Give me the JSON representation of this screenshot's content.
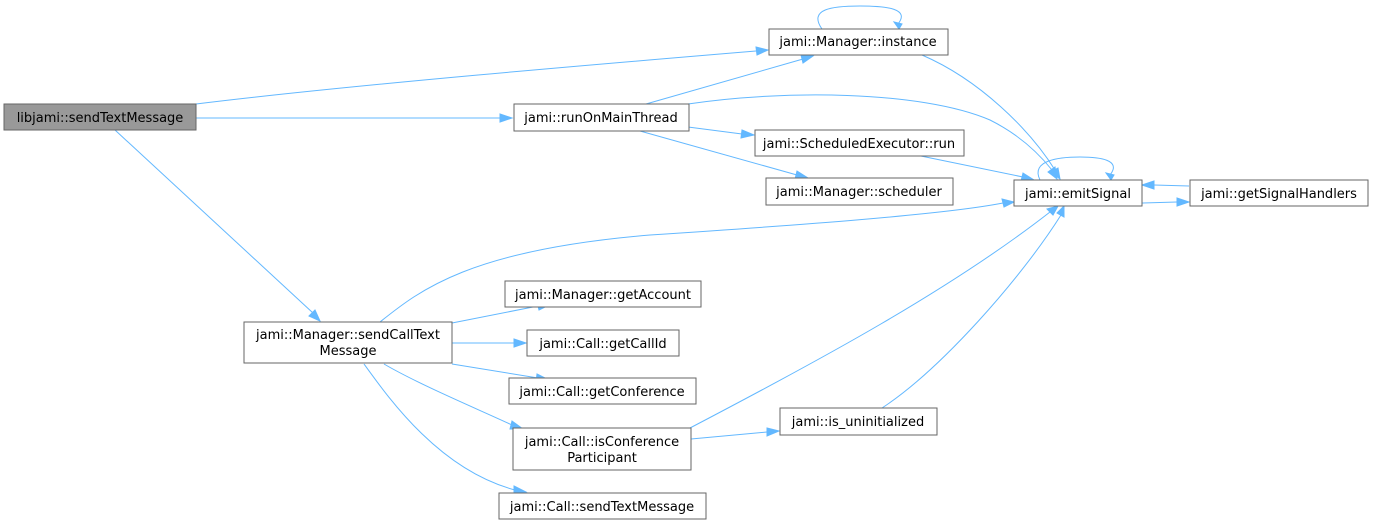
{
  "nodes": {
    "root": "libjami::sendTextMessage",
    "instance": "jami::Manager::instance",
    "runOnMainThread": "jami::runOnMainThread",
    "run": "jami::ScheduledExecutor::run",
    "scheduler": "jami::Manager::scheduler",
    "emitSignal": "jami::emitSignal",
    "getSignalHandlers": "jami::getSignalHandlers",
    "getAccount": "jami::Manager::getAccount",
    "sendCallText_1": "jami::Manager::sendCallText",
    "sendCallText_2": "Message",
    "getCallId": "jami::Call::getCallId",
    "getConference": "jami::Call::getConference",
    "isConf_1": "jami::Call::isConference",
    "isConf_2": "Participant",
    "is_uninitialized": "jami::is_uninitialized",
    "sendTextMessage": "jami::Call::sendTextMessage"
  },
  "edges": [
    [
      "root",
      "instance"
    ],
    [
      "root",
      "runOnMainThread"
    ],
    [
      "root",
      "sendCallTextMessage"
    ],
    [
      "instance",
      "instance"
    ],
    [
      "instance",
      "emitSignal"
    ],
    [
      "runOnMainThread",
      "instance"
    ],
    [
      "runOnMainThread",
      "emitSignal"
    ],
    [
      "runOnMainThread",
      "run"
    ],
    [
      "runOnMainThread",
      "scheduler"
    ],
    [
      "run",
      "emitSignal"
    ],
    [
      "emitSignal",
      "emitSignal"
    ],
    [
      "emitSignal",
      "getSignalHandlers"
    ],
    [
      "getSignalHandlers",
      "emitSignal"
    ],
    [
      "sendCallTextMessage",
      "emitSignal"
    ],
    [
      "sendCallTextMessage",
      "getAccount"
    ],
    [
      "sendCallTextMessage",
      "getCallId"
    ],
    [
      "sendCallTextMessage",
      "getConference"
    ],
    [
      "sendCallTextMessage",
      "isConferenceParticipant"
    ],
    [
      "sendCallTextMessage",
      "sendTextMessage"
    ],
    [
      "isConferenceParticipant",
      "emitSignal"
    ],
    [
      "isConferenceParticipant",
      "is_uninitialized"
    ],
    [
      "is_uninitialized",
      "emitSignal"
    ]
  ],
  "colors": {
    "edge": "#63b8ff",
    "node_border": "#666666",
    "root_fill": "#999999",
    "node_fill": "#ffffff"
  }
}
